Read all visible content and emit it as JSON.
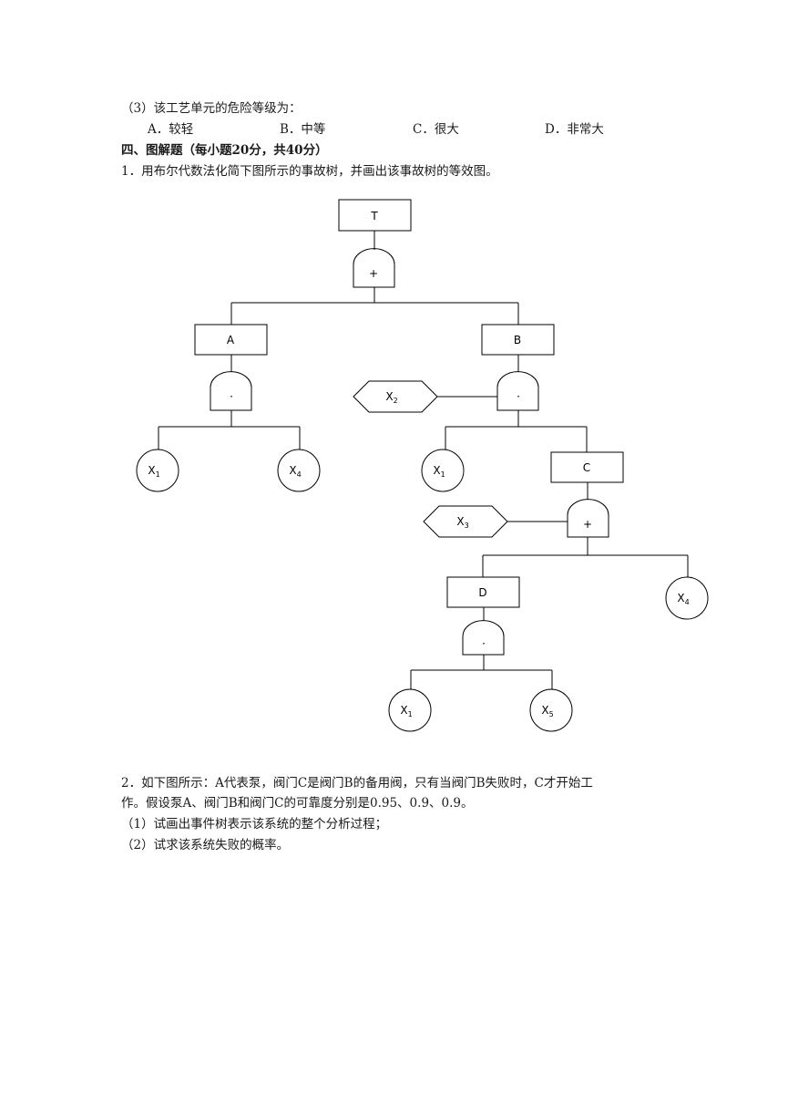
{
  "q3": {
    "stem": "（3）该工艺单元的危险等级为：",
    "options": [
      "A．较轻",
      "B．中等",
      "C．很大",
      "D．非常大"
    ]
  },
  "section4": {
    "heading": "四、图解题（每小题20分，共40分）"
  },
  "problem1": {
    "text": "1．用布尔代数法化简下图所示的事故树，并画出该事故树的等效图。"
  },
  "fault_tree": {
    "top": "T",
    "events": {
      "A": "A",
      "B": "B",
      "C": "C",
      "D": "D"
    },
    "gate_or": "+",
    "gate_and": "·",
    "basic_letter": "X",
    "subs": {
      "x1": "1",
      "x2": "2",
      "x3": "3",
      "x4": "4",
      "x5": "5"
    }
  },
  "problem2": {
    "line1": "2．如下图所示：A代表泵，阀门C是阀门B的备用阀，只有当阀门B失败时，C才开始工",
    "line2": "作。假设泵A、阀门B和阀门C的可靠度分别是0.95、0.9、0.9。",
    "sub1": "（1）试画出事件树表示该系统的整个分析过程；",
    "sub2": "（2）试求该系统失败的概率。"
  }
}
